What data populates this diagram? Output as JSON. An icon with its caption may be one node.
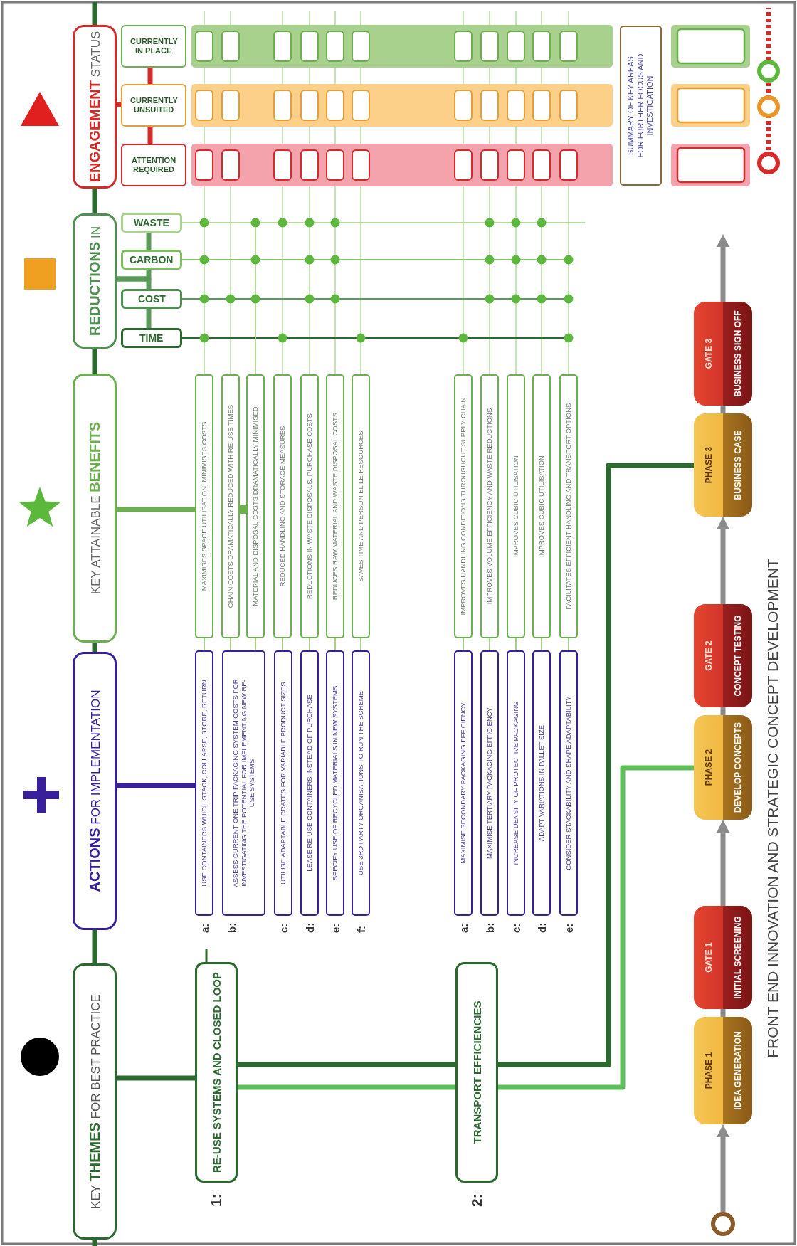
{
  "diagram": {
    "title": "FRONT END INNOVATION AND STRATEGIC CONCEPT DEVELOPMENT",
    "nodes": [
      {
        "text": [
          "KEY **THEMES** FOR BEST PRACTICE"
        ]
      },
      {
        "text": [
          "**ACTIONS** FOR IMPLEMENTATION"
        ]
      },
      {
        "text": [
          "KEY ATTAINABLE **BENEFITS**"
        ]
      },
      {
        "text": [
          "**REDUCTIONS** IN"
        ]
      },
      {
        "text": [
          "**ENGAGEMENT** STATUS"
        ]
      },
      {
        "text": [
          "RE-USE SYSTEMS AND CLOSED LOOP"
        ],
        "beside": [
          "1:"
        ]
      },
      {
        "text": [
          "TRANSPORT EFFICIENCIES"
        ],
        "beside": [
          "2:"
        ]
      },
      {
        "text": [
          "USE CONTAINERS WHICH STACK, COLLAPSE, STORE, RETURN"
        ],
        "beside": [
          "a:"
        ]
      },
      {
        "text": [
          "ASSESS CURRENT ONE TRIP PACKAGING SYSTEM COSTS FOR INVESTIGATING THE POTENTIAL FOR IMPLEMENTING NEW RE-USE SYSTEMS"
        ],
        "beside": [
          "b:"
        ]
      },
      {
        "text": [
          "UTILISE ADAPTABLE CRATES FOR VARIABLE PRODUCT SIZES"
        ],
        "beside": [
          "c:"
        ]
      },
      {
        "text": [
          "LEASE RE-USE CONTAINERS INSTEAD OF PURCHASE"
        ],
        "beside": [
          "d:"
        ]
      },
      {
        "text": [
          "SPECIFY USE OF RECYCLED MATERIALS IN NEW SYSTEMS"
        ],
        "beside": [
          "e:"
        ]
      },
      {
        "text": [
          "USE 3RD PARTY ORGANISATIONS TO RUN THE SCHEME"
        ],
        "beside": [
          "f:"
        ]
      },
      {
        "text": [
          "MAXIMISE SECONDARY PACKAGING EFFICIENCY"
        ],
        "beside": [
          "a:"
        ]
      },
      {
        "text": [
          "MAXIMISE TERTIARY PACKAGING EFFICIENCY"
        ],
        "beside": [
          "b:"
        ]
      },
      {
        "text": [
          "INCREASE DENSITY OF PROTECTIVE PACKAGING"
        ],
        "beside": [
          "c:"
        ]
      },
      {
        "text": [
          "ADAPT VARIATIONS IN PALLET SIZE"
        ],
        "beside": [
          "d:"
        ]
      },
      {
        "text": [
          "CONSIDER STACKABILITY AND SHAPE ADAPTABILITY"
        ],
        "beside": [
          "e:"
        ]
      },
      {
        "text": [
          "MAXIMISES SPACE UTILISATION, MINIMISES COSTS"
        ]
      },
      {
        "text": [
          "CHAIN COSTS DRAMATICALLY REDUCED WITH RE-USE TIMES"
        ]
      },
      {
        "text": [
          "MATERIAL AND DISPOSAL COSTS DRAMATICALLY MINIMISED"
        ]
      },
      {
        "text": [
          "REDUCED HANDLING AND STORAGE MEASURES"
        ]
      },
      {
        "text": [
          "REDUCTIONS IN WASTE DISPOSALS, PURCHASE COSTS"
        ]
      },
      {
        "text": [
          "REDUCES RAW MATERIAL AND WASTE DISPOSAL COSTS"
        ]
      },
      {
        "text": [
          "SAVES TIME AND PERSON EL LE RESOURCES"
        ]
      },
      {
        "text": [
          "IMPROVES HANDLING CONDITIONS THROUGHOUT SUPPLY CHAIN"
        ]
      },
      {
        "text": [
          "IMPROVES VOLUME EFFICIENCY AND WASTE REDUCTIONS"
        ]
      },
      {
        "text": [
          "IMPROVES CUBIC UTILISATION"
        ]
      },
      {
        "text": [
          "IMPROVES CUBIC UTILISATION"
        ]
      },
      {
        "text": [
          "FACILITATES EFFICIENT HANDLING AND TRANSPORT OPTIONS"
        ]
      },
      {
        "text": [
          "WASTE"
        ]
      },
      {
        "text": [
          "CARBON"
        ]
      },
      {
        "text": [
          "COST"
        ]
      },
      {
        "text": [
          "TIME"
        ]
      },
      {
        "text": [
          "CURRENTLY IN PLACE"
        ]
      },
      {
        "text": [
          "CURRENTLY UNSUITED"
        ]
      },
      {
        "text": [
          "ATTENTION REQUIRED"
        ]
      },
      {
        "text": [
          "SUMMARY OF KEY AREAS FOR FURTHER FOCUS AND INVESTIGATION"
        ]
      },
      {
        "text": [],
        "shape": "circle"
      },
      {
        "text": [
          "PHASE 1",
          "IDEA GENERATION"
        ]
      },
      {
        "text": [
          "GATE 1",
          "INITIAL SCREENING"
        ]
      },
      {
        "text": [
          "PHASE 2",
          "DEVELOP CONCEPTS"
        ]
      },
      {
        "text": [
          "GATE 2",
          "CONCEPT TESTING"
        ]
      },
      {
        "text": [
          "PHASE 3",
          "BUSINESS CASE"
        ]
      },
      {
        "text": [
          "GATE 3",
          "BUSINESS SIGN OFF"
        ]
      }
    ],
    "edges": [
      {
        "from": 0,
        "to": 1,
        "arrow": "none",
        "color": "#2b6a2e"
      },
      {
        "from": 1,
        "to": 2,
        "arrow": "none",
        "color": "#2b6a2e"
      },
      {
        "from": 2,
        "to": 3,
        "arrow": "none",
        "color": "#2b6a2e"
      },
      {
        "from": 3,
        "to": 4,
        "arrow": "none",
        "color": "#2b6a2e"
      },
      {
        "from": 0,
        "to": 5,
        "arrow": "none",
        "color": "#2b6a2e"
      },
      {
        "from": 1,
        "to": 7,
        "arrow": "none",
        "color": "#3a1f9c"
      },
      {
        "from": 2,
        "to": 18,
        "arrow": "none",
        "color": "#6ab04c"
      },
      {
        "from": 3,
        "to": 31,
        "arrow": "none",
        "color": "#5a9a5a"
      },
      {
        "from": 3,
        "to": 32,
        "arrow": "none",
        "color": "#5a9a5a"
      },
      {
        "from": 31,
        "to": 30,
        "arrow": "none",
        "color": "#5a9a5a"
      },
      {
        "from": 32,
        "to": 33,
        "arrow": "none",
        "color": "#5a9a5a"
      },
      {
        "from": 4,
        "to": 35,
        "arrow": "none",
        "color": "#d42a2a"
      },
      {
        "from": 35,
        "to": 34,
        "arrow": "none",
        "color": "#d42a2a"
      },
      {
        "from": 35,
        "to": 36,
        "arrow": "none",
        "color": "#d42a2a"
      },
      {
        "from": 7,
        "to": 18,
        "arrow": "none"
      },
      {
        "from": 8,
        "to": 19,
        "arrow": "none"
      },
      {
        "from": 8,
        "to": 20,
        "arrow": "none"
      },
      {
        "from": 9,
        "to": 21,
        "arrow": "none"
      },
      {
        "from": 10,
        "to": 22,
        "arrow": "none"
      },
      {
        "from": 11,
        "to": 23,
        "arrow": "none"
      },
      {
        "from": 12,
        "to": 24,
        "arrow": "none"
      },
      {
        "from": 13,
        "to": 25,
        "arrow": "none"
      },
      {
        "from": 14,
        "to": 26,
        "arrow": "none"
      },
      {
        "from": 15,
        "to": 27,
        "arrow": "none"
      },
      {
        "from": 16,
        "to": 28,
        "arrow": "none"
      },
      {
        "from": 17,
        "to": 29,
        "arrow": "none"
      },
      {
        "from": 30,
        "to": null,
        "arrow": "none",
        "color": "#b5d99c"
      },
      {
        "from": 31,
        "to": null,
        "arrow": "none",
        "color": "#8cc56c"
      },
      {
        "from": 32,
        "to": null,
        "arrow": "none",
        "color": "#5a9a5a"
      },
      {
        "from": 33,
        "to": null,
        "arrow": "none",
        "color": "#2b6a2e"
      },
      {
        "from": 5,
        "to": 6,
        "arrow": "none",
        "color": "#2b6a2e"
      },
      {
        "from": 5,
        "to": 6,
        "arrow": "none",
        "color": "#5cbf5c"
      },
      {
        "from": 6,
        "to": 43,
        "arrow": "none",
        "color": "#2b6a2e"
      },
      {
        "from": 6,
        "to": 41,
        "arrow": "none",
        "color": "#5cbf5c"
      },
      {
        "from": 38,
        "to": 39,
        "arrow": "to",
        "color": "#8c8c8c"
      },
      {
        "from": 39,
        "to": 40,
        "arrow": "none",
        "color": "#8c8c8c"
      },
      {
        "from": 40,
        "to": 41,
        "arrow": "to",
        "color": "#8c8c8c"
      },
      {
        "from": 41,
        "to": 42,
        "arrow": "none",
        "color": "#8c8c8c"
      },
      {
        "from": 42,
        "to": 43,
        "arrow": "to",
        "color": "#8c8c8c"
      },
      {
        "from": 43,
        "to": 44,
        "arrow": "none",
        "color": "#8c8c8c"
      },
      {
        "from": 44,
        "to": null,
        "arrow": "to",
        "color": "#8c8c8c"
      },
      {
        "from": 20,
        "to": null,
        "arrow": "none",
        "color": "#b5d99c"
      }
    ]
  }
}
